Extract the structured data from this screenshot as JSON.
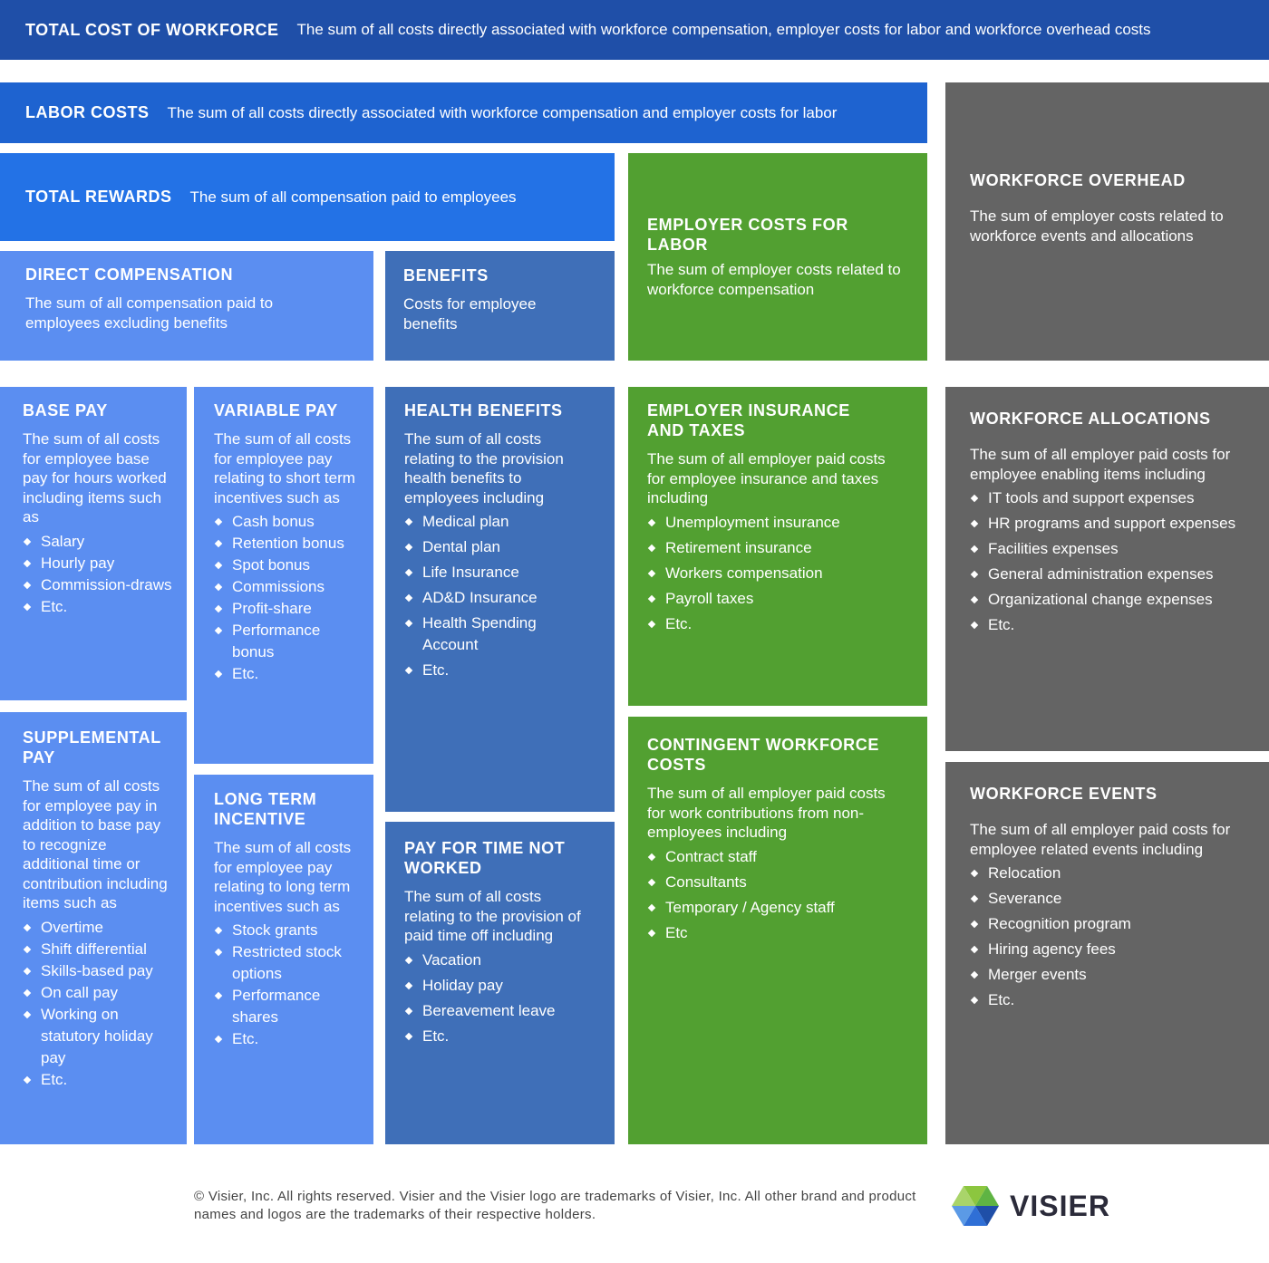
{
  "header": {
    "title": "TOTAL COST OF WORKFORCE",
    "description": "The sum of all costs directly associated with workforce compensation, employer costs for labor and workforce overhead costs"
  },
  "labor_costs": {
    "title": "LABOR COSTS",
    "description": "The sum of all costs directly associated with workforce compensation and employer costs for labor"
  },
  "total_rewards": {
    "title": "TOTAL REWARDS",
    "description": "The sum of all compensation paid to employees"
  },
  "direct_compensation": {
    "title": "DIRECT COMPENSATION",
    "description": "The sum of all compensation paid to employees excluding benefits"
  },
  "benefits": {
    "title": "BENEFITS",
    "description": "Costs for employee benefits"
  },
  "employer_costs_for_labor": {
    "title": "EMPLOYER COSTS FOR LABOR",
    "description": "The sum of employer costs related to workforce compensation"
  },
  "workforce_overhead": {
    "title": "WORKFORCE OVERHEAD",
    "description": "The sum of employer costs related to workforce events and allocations"
  },
  "base_pay": {
    "title": "BASE PAY",
    "description": "The sum of all costs for employee base pay for hours worked including items such as",
    "items": [
      "Salary",
      "Hourly pay",
      "Commission-draws",
      "Etc."
    ]
  },
  "variable_pay": {
    "title": "VARIABLE PAY",
    "description": "The sum of all costs for employee pay relating to short term incentives such as",
    "items": [
      "Cash bonus",
      "Retention bonus",
      "Spot bonus",
      "Commissions",
      "Profit-share",
      "Performance bonus",
      "Etc."
    ]
  },
  "health_benefits": {
    "title": "HEALTH BENEFITS",
    "description": "The sum of all costs relating to the provision health benefits to employees including",
    "items": [
      "Medical plan",
      "Dental plan",
      "Life Insurance",
      "AD&D Insurance",
      "Health Spending Account",
      "Etc."
    ]
  },
  "employer_insurance": {
    "title": "EMPLOYER INSURANCE AND TAXES",
    "description": "The sum of all employer paid costs for employee insurance and taxes including",
    "items": [
      "Unemployment insurance",
      "Retirement insurance",
      "Workers compensation",
      "Payroll taxes",
      "Etc."
    ]
  },
  "workforce_allocations": {
    "title": "WORKFORCE ALLOCATIONS",
    "description": "The sum of all employer paid costs for employee enabling items including",
    "items": [
      "IT tools and support expenses",
      "HR programs and support expenses",
      "Facilities expenses",
      "General administration expenses",
      "Organizational change expenses",
      "Etc."
    ]
  },
  "supplemental_pay": {
    "title": "SUPPLEMENTAL PAY",
    "description": "The sum of all costs for employee pay in addition to base pay to recognize additional time or contribution including items such as",
    "items": [
      "Overtime",
      "Shift differential",
      "Skills-based pay",
      "On call pay",
      "Working on statutory holiday pay",
      "Etc."
    ]
  },
  "long_term_incentive": {
    "title": "LONG TERM INCENTIVE",
    "description": "The sum of all costs for employee pay relating to long term incentives such as",
    "items": [
      "Stock grants",
      "Restricted stock options",
      "Performance shares",
      "Etc."
    ]
  },
  "pay_time_not_worked": {
    "title": "PAY FOR TIME NOT WORKED",
    "description": "The sum of all costs relating to the provision of paid time off including",
    "items": [
      "Vacation",
      "Holiday pay",
      "Bereavement leave",
      "Etc."
    ]
  },
  "contingent_workforce": {
    "title": "CONTINGENT WORKFORCE COSTS",
    "description": "The sum of all employer paid costs for work contributions from non-employees including",
    "items": [
      "Contract staff",
      "Consultants",
      "Temporary / Agency staff",
      "Etc"
    ]
  },
  "workforce_events": {
    "title": "WORKFORCE EVENTS",
    "description": "The sum of all employer paid costs for employee related events including",
    "items": [
      "Relocation",
      "Severance",
      "Recognition program",
      "Hiring agency fees",
      "Merger events",
      "Etc."
    ]
  },
  "footer": {
    "copyright": "© Visier, Inc. All rights reserved. Visier and the Visier logo are trademarks of Visier, Inc. All other brand and product names and logos are the trademarks of their respective holders.",
    "logo_text": "VISIER"
  },
  "colors": {
    "navy": "#1f4fa8",
    "labor_blue": "#1e63d0",
    "rewards_blue": "#2372e6",
    "light_blue": "#5b8ef1",
    "steel_blue": "#3f6fb8",
    "green": "#52a031",
    "gray": "#646464"
  }
}
